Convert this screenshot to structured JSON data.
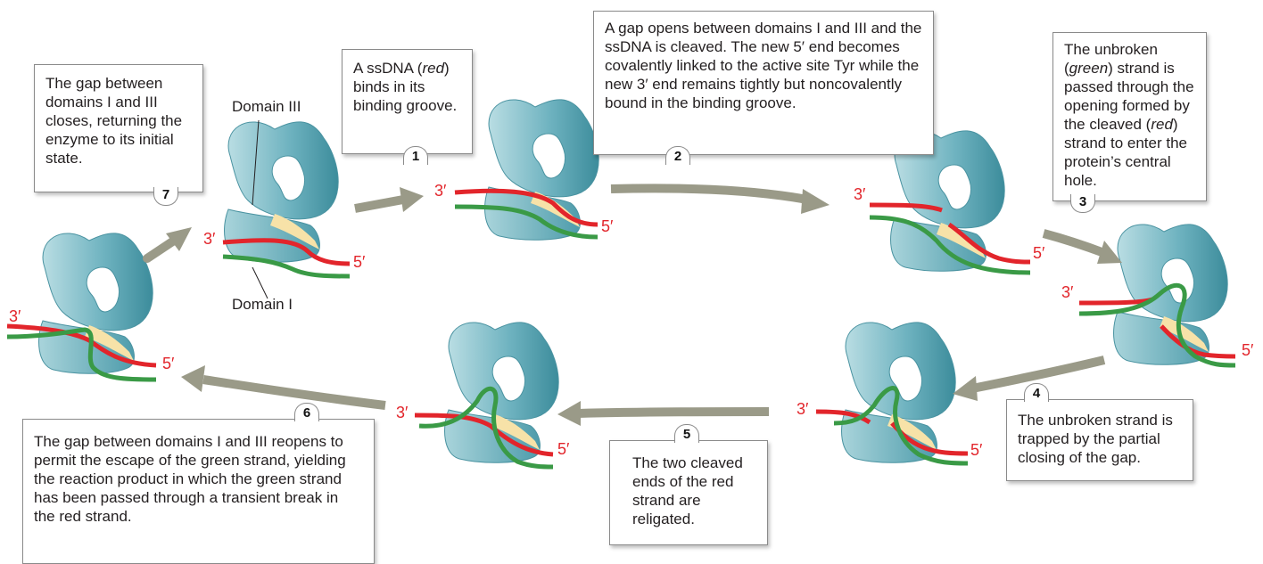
{
  "colors": {
    "protein": "#6bb1bd",
    "protein_dark": "#3f8e9d",
    "red_strand": "#e2252b",
    "green_strand": "#3a9a46",
    "groove": "#f7e2a8",
    "arrow": "#9a9a88"
  },
  "labels": {
    "three_prime": "3′",
    "five_prime": "5′",
    "domain_iii": "Domain III",
    "domain_i": "Domain I"
  },
  "steps": [
    {
      "number": "1",
      "text_pre": "A ssDNA (",
      "em": "red",
      "text_post": ") binds in its binding groove."
    },
    {
      "number": "2",
      "text": "A gap opens between domains I and III and the ssDNA is cleaved. The new 5′ end becomes covalently linked to the active site Tyr while the new 3′ end remains tightly but noncovalently bound in the binding groove."
    },
    {
      "number": "3",
      "text_pre": "The unbroken (",
      "em": "green",
      "text_mid": ") strand is passed through the opening formed by the cleaved (",
      "em2": "red",
      "text_post": ") strand to enter the protein’s central hole."
    },
    {
      "number": "4",
      "text": "The unbroken strand is trapped by the partial closing of the gap."
    },
    {
      "number": "5",
      "text": "The two cleaved ends of the red strand are religated."
    },
    {
      "number": "6",
      "text": "The gap between domains I and III reopens to permit the escape of the green strand, yielding the reaction product in which the green strand has been passed through a transient break in the red strand."
    },
    {
      "number": "7",
      "text": "The gap between domains I and III closes, returning the enzyme to its initial state."
    }
  ]
}
